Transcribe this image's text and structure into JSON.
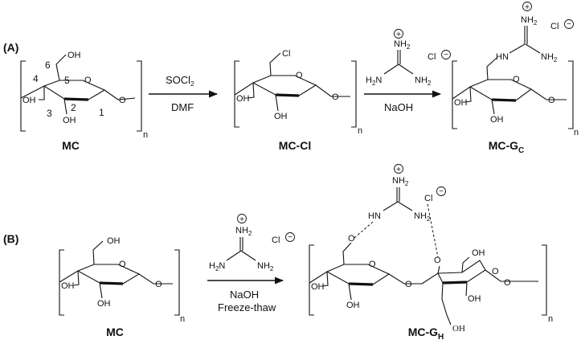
{
  "panels": {
    "a": "(A)",
    "b": "(B)"
  },
  "compounds": {
    "mc": "MC",
    "mc_cl": "MC-Cl",
    "mc_gc": {
      "main": "MC-G",
      "sub": "C"
    },
    "mc_gh": {
      "main": "MC-G",
      "sub": "H"
    }
  },
  "reagents": {
    "socl2": {
      "main": "SOCl",
      "sub": "2"
    },
    "dmf": "DMF",
    "naoh": "NaOH",
    "freeze_thaw": "Freeze-thaw"
  },
  "carbon_numbers": [
    "1",
    "2",
    "3",
    "4",
    "5",
    "6"
  ],
  "atoms": {
    "oh": "OH",
    "o": "O",
    "cl": "Cl",
    "cl_ion": "Cl",
    "nh2": "NH",
    "nh2_sub": "2",
    "h2n": "H",
    "h2n_sub": "2",
    "h2n_n": "N",
    "hn": "HN",
    "n": "n",
    "plus": "+",
    "minus": "−"
  }
}
